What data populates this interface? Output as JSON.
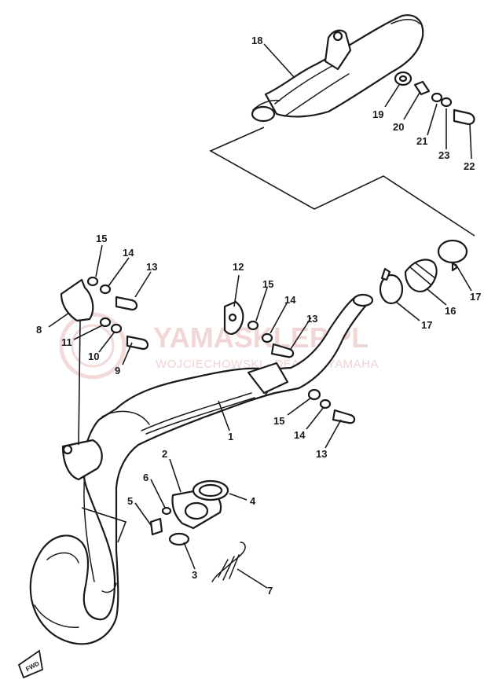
{
  "watermark": {
    "title": "YAMASKLEP.PL",
    "subtitle": "WOJCIECHOWSKI - DEALER YAMAHA",
    "color": "#e6b5b5"
  },
  "callouts": {
    "c1": "1",
    "c2": "2",
    "c3": "3",
    "c4": "4",
    "c5": "5",
    "c6": "6",
    "c7": "7",
    "c8": "8",
    "c9": "9",
    "c10": "10",
    "c11": "11",
    "c12": "12",
    "c13a": "13",
    "c13b": "13",
    "c13c": "13",
    "c14a": "14",
    "c14b": "14",
    "c14c": "14",
    "c15a": "15",
    "c15b": "15",
    "c15c": "15",
    "c16": "16",
    "c17a": "17",
    "c17b": "17",
    "c18": "18",
    "c19": "19",
    "c20": "20",
    "c21": "21",
    "c22": "22",
    "c23": "23"
  },
  "front_marker": "FWD"
}
